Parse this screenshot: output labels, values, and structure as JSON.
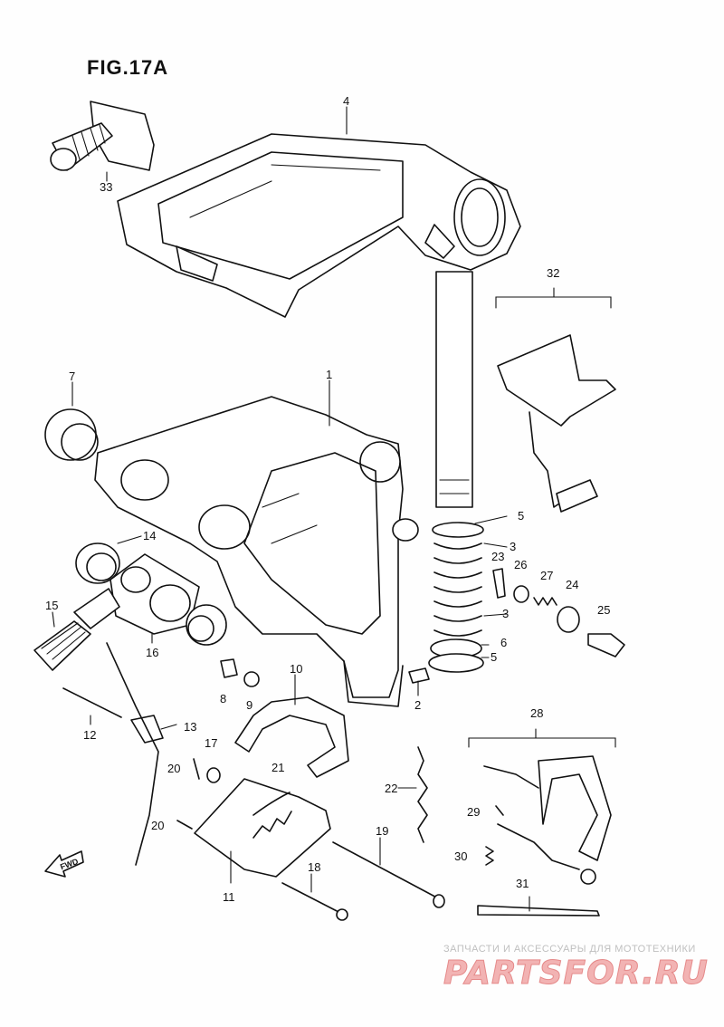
{
  "figure": {
    "title": "FIG.17A"
  },
  "callouts": [
    {
      "num": "1"
    },
    {
      "num": "2"
    },
    {
      "num": "3"
    },
    {
      "num": "3"
    },
    {
      "num": "4"
    },
    {
      "num": "5"
    },
    {
      "num": "5"
    },
    {
      "num": "6"
    },
    {
      "num": "7"
    },
    {
      "num": "8"
    },
    {
      "num": "9"
    },
    {
      "num": "10"
    },
    {
      "num": "11"
    },
    {
      "num": "12"
    },
    {
      "num": "13"
    },
    {
      "num": "14"
    },
    {
      "num": "15"
    },
    {
      "num": "16"
    },
    {
      "num": "17"
    },
    {
      "num": "18"
    },
    {
      "num": "19"
    },
    {
      "num": "20"
    },
    {
      "num": "20"
    },
    {
      "num": "21"
    },
    {
      "num": "22"
    },
    {
      "num": "23"
    },
    {
      "num": "24"
    },
    {
      "num": "25"
    },
    {
      "num": "26"
    },
    {
      "num": "27"
    },
    {
      "num": "28"
    },
    {
      "num": "29"
    },
    {
      "num": "30"
    },
    {
      "num": "31"
    },
    {
      "num": "32"
    },
    {
      "num": "33"
    }
  ],
  "fwd_arrow": {
    "label": "FWD"
  },
  "watermark": {
    "tagline": "ЗАПЧАСТИ И АКСЕССУАРЫ ДЛЯ МОТОТЕХНИКИ",
    "logo": "PARTSFOR.RU",
    "color": "#e58a8a"
  }
}
